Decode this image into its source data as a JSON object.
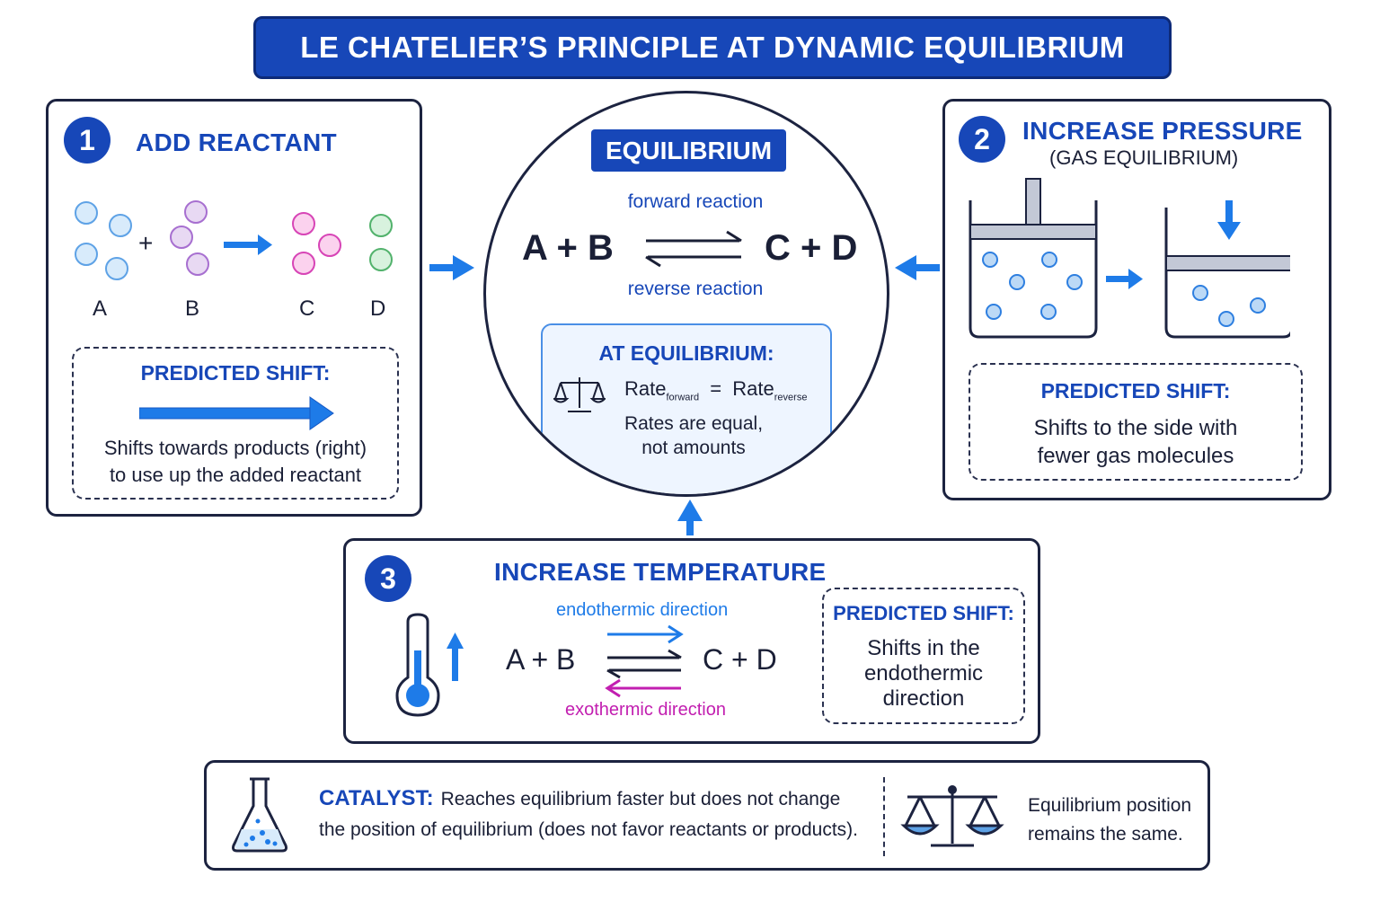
{
  "title": "LE CHATELIER’S PRINCIPLE AT DYNAMIC EQUILIBRIUM",
  "colors": {
    "primary_blue": "#1747b8",
    "arrow_blue": "#1e7be8",
    "magenta": "#c21fb0",
    "outline": "#1c2340"
  },
  "panel_reactant": {
    "number": "1",
    "heading": "ADD REACTANT",
    "plus": "+",
    "labels": [
      "A",
      "B",
      "C",
      "D"
    ],
    "shift_title": "PREDICTED SHIFT:",
    "shift_text_1": "Shifts towards products (right)",
    "shift_text_2": "to use up the added reactant"
  },
  "equilibrium": {
    "heading": "EQUILIBRIUM",
    "forward": "forward reaction",
    "reverse": "reverse reaction",
    "lhs": "A + B",
    "rhs": "C + D",
    "box_title": "AT EQUILIBRIUM:",
    "rate": "Rate",
    "sub_forward": "forward",
    "equals": "=",
    "sub_reverse": "reverse",
    "note_1": "Rates are equal,",
    "note_2": "not amounts",
    "icon": "balance-scale-icon"
  },
  "panel_pressure": {
    "number": "2",
    "heading": "INCREASE PRESSURE",
    "subheading": "(GAS EQUILIBRIUM)",
    "shift_title": "PREDICTED SHIFT:",
    "shift_text_1": "Shifts to the side with",
    "shift_text_2": "fewer gas molecules"
  },
  "panel_temperature": {
    "number": "3",
    "heading": "INCREASE TEMPERATURE",
    "endo": "endothermic direction",
    "exo": "exothermic direction",
    "lhs": "A + B",
    "rhs": "C + D",
    "shift_title": "PREDICTED SHIFT:",
    "shift_text_1": "Shifts in the",
    "shift_text_2": "endothermic",
    "shift_text_3": "direction",
    "icon": "thermometer-icon"
  },
  "catalyst": {
    "label": "CATALYST:",
    "text_1": "Reaches equilibrium faster but does not change",
    "text_2": "the position of equilibrium (does not favor reactants or products).",
    "result_1": "Equilibrium position",
    "result_2": "remains the same.",
    "icons": [
      "flask-icon",
      "balance-scale-icon"
    ]
  }
}
